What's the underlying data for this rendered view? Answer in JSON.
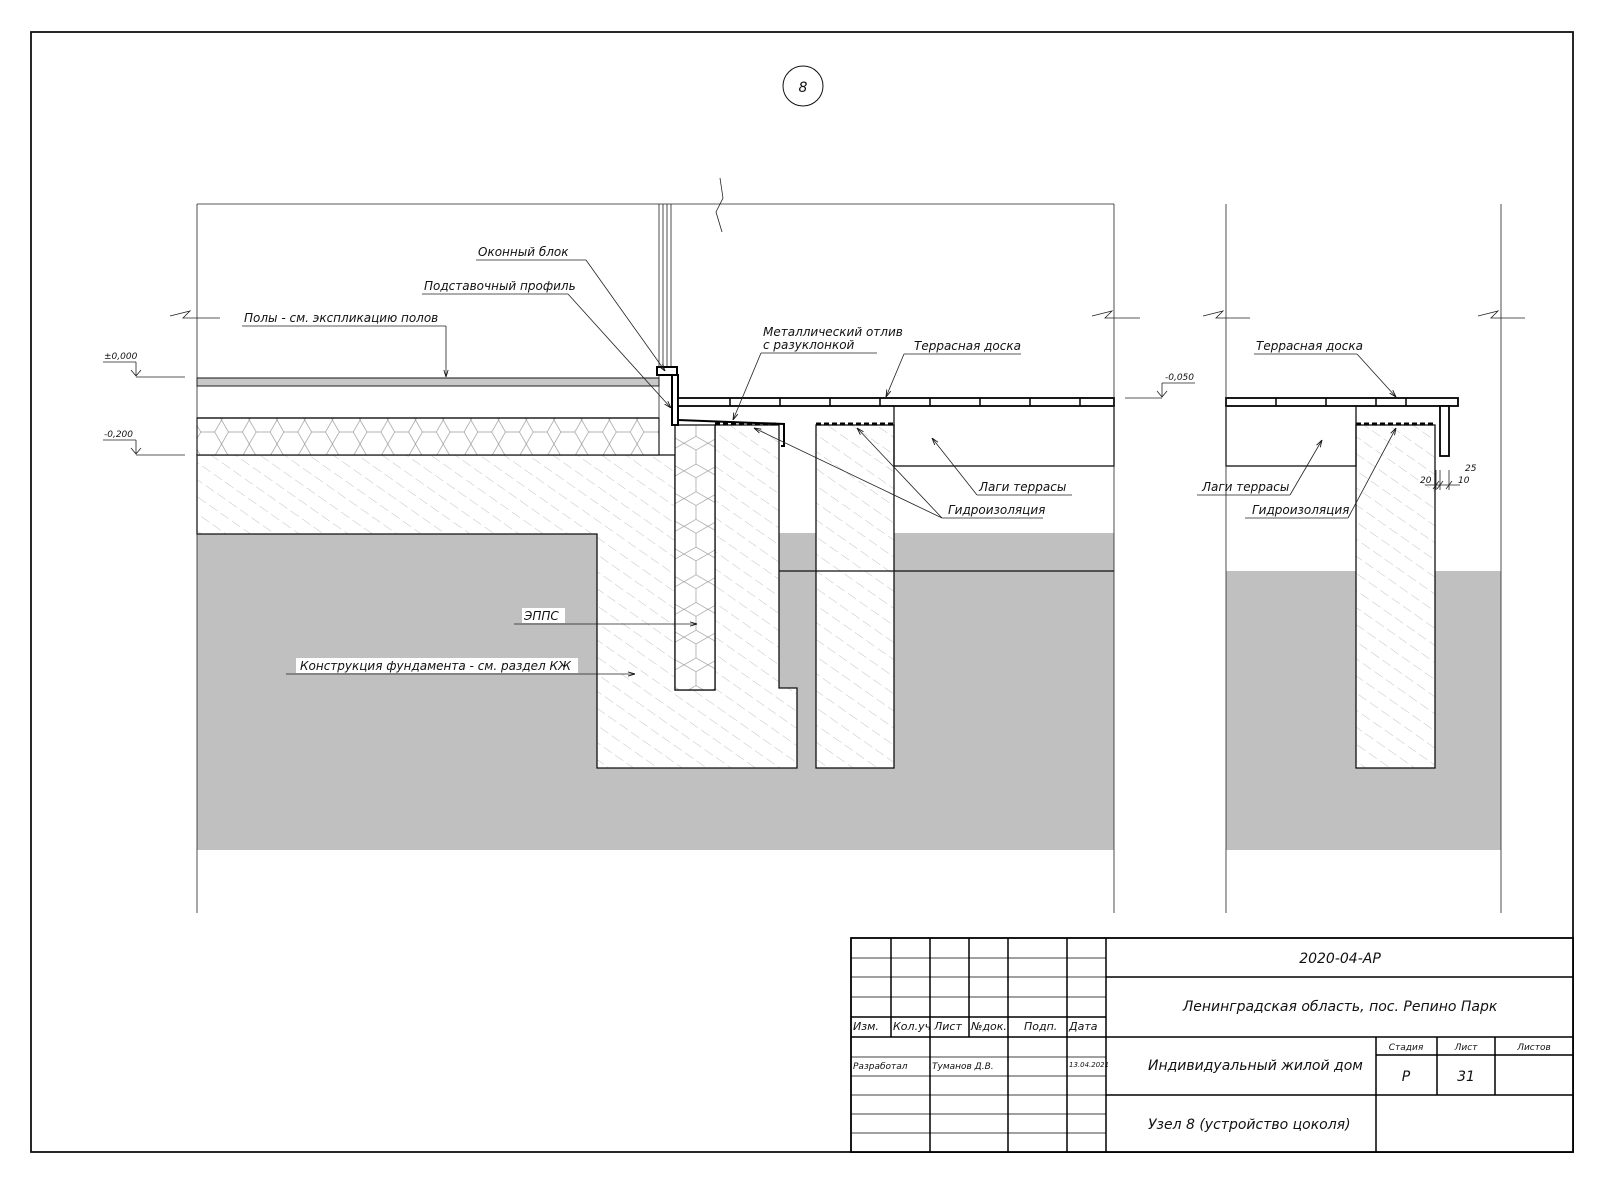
{
  "detail": {
    "number": "8"
  },
  "labels": {
    "window_block": "Оконный блок",
    "sub_profile": "Подставочный профиль",
    "floors": "Полы - см. экспликацию полов",
    "metal_drip_1": "Металлический отлив",
    "metal_drip_2": "с разуклонкой",
    "terrace_board": "Террасная доска",
    "terrace_board_right": "Террасная доска",
    "terrace_joists": "Лаги террасы",
    "terrace_joists_right": "Лаги террасы",
    "waterproofing": "Гидроизоляция",
    "waterproofing_right": "Гидроизоляция",
    "xps": "ЭППС",
    "foundation": "Конструкция фундамента - см. раздел КЖ"
  },
  "levels": {
    "zero": "±0,000",
    "minus_200": "-0,200",
    "minus_050": "-0,050"
  },
  "dims": {
    "d25": "25",
    "d20": "20",
    "d10": "10"
  },
  "colors": {
    "soil": "#c0c0c0",
    "line": "#111111"
  },
  "title_block": {
    "code": "2020-04-АР",
    "location": "Ленинградская область, пос. Репино Парк",
    "project": "Индивидуальный жилой дом",
    "sheet_title": "Узел 8 (устройство цоколя)",
    "stage_label": "Стадия",
    "sheet_label": "Лист",
    "sheets_label": "Листов",
    "stage": "Р",
    "sheet": "31",
    "sheets": "",
    "col_headers": [
      "Изм.",
      "Кол.уч",
      "Лист",
      "№док.",
      "Подп.",
      "Дата"
    ],
    "developed_label": "Разработал",
    "developer": "Туманов Д.В.",
    "date": "13.04.2021"
  }
}
